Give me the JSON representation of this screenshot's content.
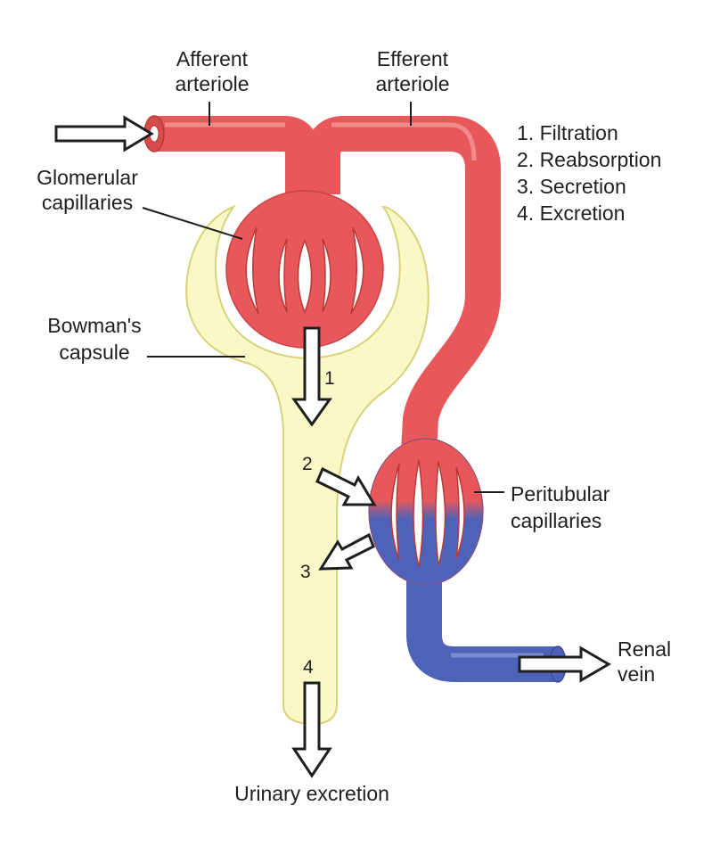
{
  "colors": {
    "arterial": "#e8585a",
    "arterial_dark": "#c84444",
    "venous": "#4d62b8",
    "capsule": "#fbf8c8",
    "capsule_outline": "#d8d27a"
  },
  "labels": {
    "afferent": [
      "Afferent",
      "arteriole"
    ],
    "efferent": [
      "Efferent",
      "arteriole"
    ],
    "glomerular": [
      "Glomerular",
      "capillaries"
    ],
    "bowmans": [
      "Bowman's",
      "capsule"
    ],
    "peritubular": [
      "Peritubular",
      "capillaries"
    ],
    "renal_vein": [
      "Renal",
      "vein"
    ],
    "urinary": "Urinary excretion"
  },
  "processes": [
    "1. Filtration",
    "2. Reabsorption",
    "3. Secretion",
    "4. Excretion"
  ],
  "step_numbers": [
    "1",
    "2",
    "3",
    "4"
  ],
  "icons": [
    "inflow-arrow-icon",
    "outflow-arrow-icon"
  ]
}
